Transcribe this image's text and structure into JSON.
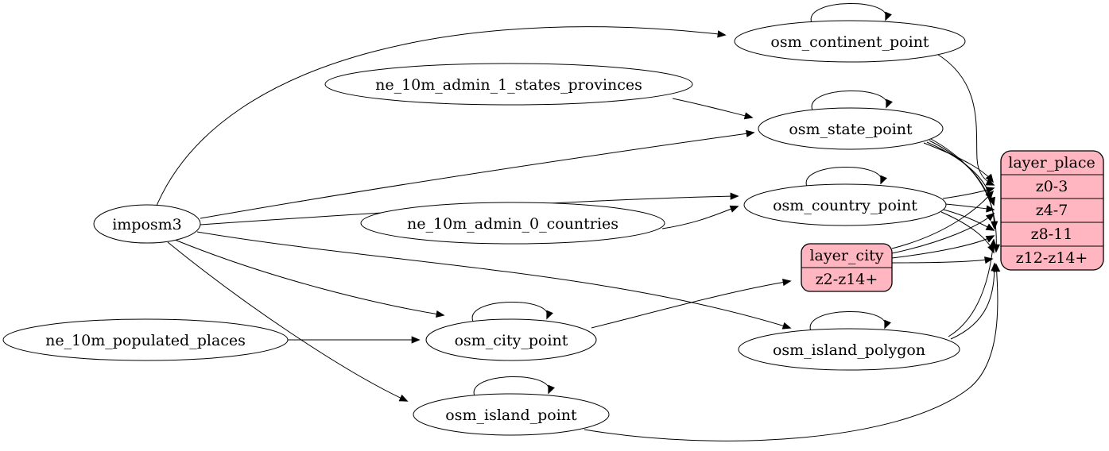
{
  "diagram": {
    "type": "etl-graph",
    "colors": {
      "background": "#ffffff",
      "table_fill": "#ffffff",
      "layer_fill": "#ffb6c1",
      "stroke": "#000000"
    },
    "nodes": {
      "imposm3": {
        "label": "imposm3",
        "shape": "ellipse"
      },
      "ne_10m_admin_1_states_provinces": {
        "label": "ne_10m_admin_1_states_provinces",
        "shape": "ellipse"
      },
      "ne_10m_admin_0_countries": {
        "label": "ne_10m_admin_0_countries",
        "shape": "ellipse"
      },
      "ne_10m_populated_places": {
        "label": "ne_10m_populated_places",
        "shape": "ellipse"
      },
      "osm_continent_point": {
        "label": "osm_continent_point",
        "shape": "ellipse"
      },
      "osm_state_point": {
        "label": "osm_state_point",
        "shape": "ellipse"
      },
      "osm_country_point": {
        "label": "osm_country_point",
        "shape": "ellipse"
      },
      "osm_city_point": {
        "label": "osm_city_point",
        "shape": "ellipse"
      },
      "osm_island_polygon": {
        "label": "osm_island_polygon",
        "shape": "ellipse"
      },
      "osm_island_point": {
        "label": "osm_island_point",
        "shape": "ellipse"
      },
      "layer_place": {
        "label": "layer_place",
        "shape": "record",
        "rows": [
          "z0-3",
          "z4-7",
          "z8-11",
          "z12-z14+"
        ]
      },
      "layer_city": {
        "label": "layer_city",
        "shape": "record",
        "rows": [
          "z2-z14+"
        ]
      }
    },
    "edges": [
      {
        "from": "imposm3",
        "to": "osm_continent_point"
      },
      {
        "from": "imposm3",
        "to": "osm_state_point"
      },
      {
        "from": "imposm3",
        "to": "osm_country_point"
      },
      {
        "from": "imposm3",
        "to": "osm_city_point"
      },
      {
        "from": "imposm3",
        "to": "osm_island_polygon"
      },
      {
        "from": "imposm3",
        "to": "osm_island_point"
      },
      {
        "from": "ne_10m_admin_1_states_provinces",
        "to": "osm_state_point"
      },
      {
        "from": "ne_10m_admin_0_countries",
        "to": "osm_country_point"
      },
      {
        "from": "ne_10m_populated_places",
        "to": "osm_city_point"
      },
      {
        "from": "osm_continent_point",
        "to": "osm_continent_point"
      },
      {
        "from": "osm_state_point",
        "to": "osm_state_point"
      },
      {
        "from": "osm_country_point",
        "to": "osm_country_point"
      },
      {
        "from": "osm_city_point",
        "to": "osm_city_point"
      },
      {
        "from": "osm_island_polygon",
        "to": "osm_island_polygon"
      },
      {
        "from": "osm_island_point",
        "to": "osm_island_point"
      },
      {
        "from": "osm_continent_point",
        "to": "layer_place:z0-3"
      },
      {
        "from": "osm_country_point",
        "to": "layer_place:z0-3"
      },
      {
        "from": "osm_state_point",
        "to": "layer_place:z0-3"
      },
      {
        "from": "layer_city",
        "to": "layer_place:z0-3"
      },
      {
        "from": "osm_country_point",
        "to": "layer_place:z4-7"
      },
      {
        "from": "osm_state_point",
        "to": "layer_place:z4-7"
      },
      {
        "from": "layer_city",
        "to": "layer_place:z4-7"
      },
      {
        "from": "osm_country_point",
        "to": "layer_place:z8-11"
      },
      {
        "from": "osm_state_point",
        "to": "layer_place:z8-11"
      },
      {
        "from": "layer_city",
        "to": "layer_place:z8-11"
      },
      {
        "from": "osm_island_polygon",
        "to": "layer_place:z8-11"
      },
      {
        "from": "osm_country_point",
        "to": "layer_place:z12-z14+"
      },
      {
        "from": "osm_state_point",
        "to": "layer_place:z12-z14+"
      },
      {
        "from": "layer_city",
        "to": "layer_place:z12-z14+"
      },
      {
        "from": "osm_island_polygon",
        "to": "layer_place:z12-z14+"
      },
      {
        "from": "osm_island_point",
        "to": "layer_place:z12-z14+"
      },
      {
        "from": "osm_city_point",
        "to": "layer_city:z2-z14+"
      }
    ]
  }
}
